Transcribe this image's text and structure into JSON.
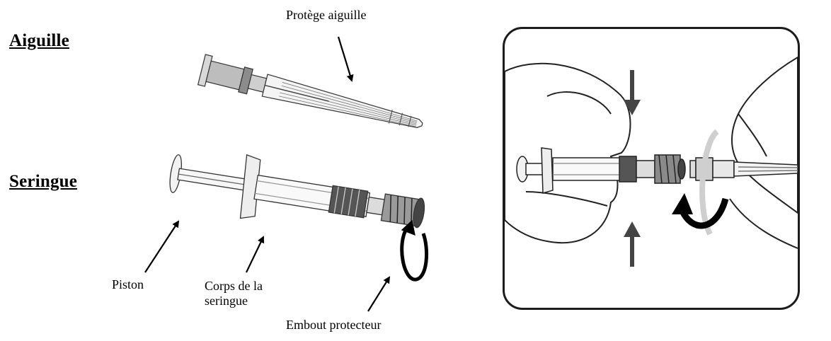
{
  "headings": {
    "needle": "Aiguille",
    "syringe": "Seringue"
  },
  "labels": {
    "needle_shield": "Protège aiguille",
    "plunger": "Piston",
    "barrel_line1": "Corps de la",
    "barrel_line2": "seringue",
    "tip_cap": "Embout protecteur"
  }
}
